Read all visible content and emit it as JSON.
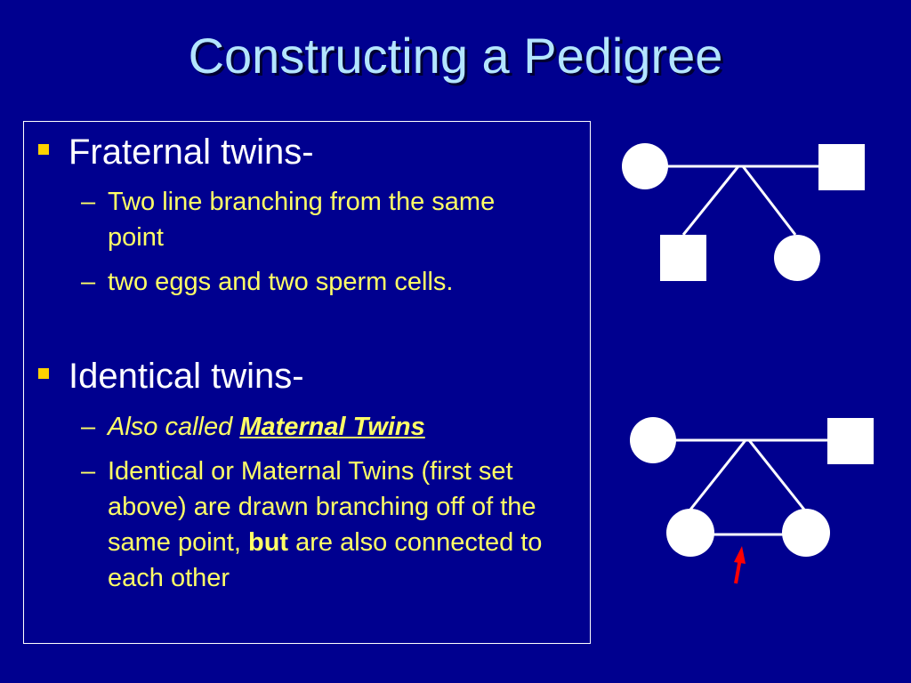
{
  "slide": {
    "title": "Constructing a Pedigree",
    "bullets": [
      {
        "label": "Fraternal twins-",
        "subs": [
          {
            "text": "Two line branching from the same point"
          },
          {
            "text": "two eggs and two sperm cells."
          }
        ]
      },
      {
        "label": "Identical twins-",
        "subs": [
          {
            "italic_prefix": "Also called",
            "emphasis": "Maternal Twins"
          },
          {
            "text_before": "Identical or Maternal Twins (first set above) are drawn branching off of the same point,",
            "bold_word": "but",
            "text_after": "are also connected to each other"
          }
        ]
      }
    ],
    "dash": "–"
  },
  "colors": {
    "background": "#00008f",
    "title": "#b3e5ff",
    "bullet_text": "#ffffff",
    "sub_text": "#ffff66",
    "bullet_marker": "#ffd200",
    "symbols": "#ffffff",
    "arrow": "#ff0000"
  }
}
